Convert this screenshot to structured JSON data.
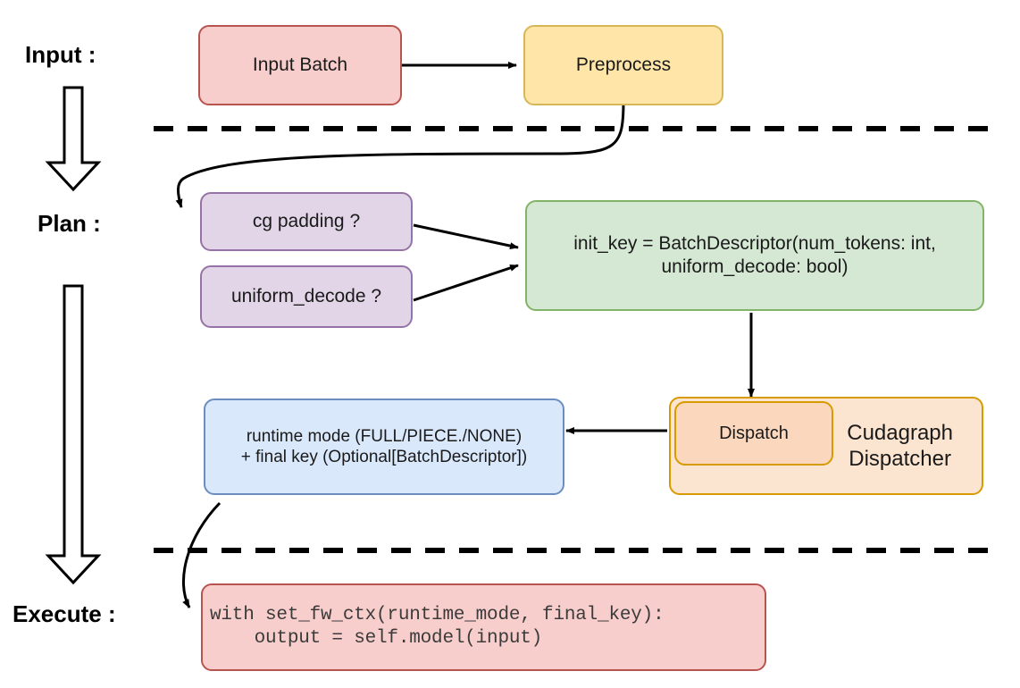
{
  "diagram": {
    "title_stages": [
      {
        "id": "input",
        "label": "Input :"
      },
      {
        "id": "plan",
        "label": "Plan :"
      },
      {
        "id": "execute",
        "label": "Execute :"
      }
    ],
    "nodes": {
      "input_batch": {
        "label": "Input Batch",
        "color": "#f8cecc",
        "border": "#b85450"
      },
      "preprocess": {
        "label": "Preprocess",
        "color": "#ffe6a8",
        "border": "#d6b656"
      },
      "cg_padding": {
        "label": "cg padding ?",
        "color": "#e1d5e7",
        "border": "#9673a6"
      },
      "uniform_decode": {
        "label": "uniform_decode ?",
        "color": "#e1d5e7",
        "border": "#9673a6"
      },
      "init_key": {
        "line1": "init_key = BatchDescriptor(num_tokens: int,",
        "line2": "uniform_decode: bool)",
        "color": "#d5e8d4",
        "border": "#82b366"
      },
      "dispatch": {
        "label": "Dispatch",
        "color": "#fad7bd",
        "border": "#d79b00"
      },
      "cudagraph_dispatcher": {
        "line1": "Cudagraph",
        "line2": "Dispatcher",
        "color": "#fce5d0",
        "border": "#d79b00"
      },
      "runtime_mode": {
        "line1": "runtime mode (FULL/PIECE./NONE)",
        "line2": "+ final key (Optional[BatchDescriptor])",
        "color": "#dae8fc",
        "border": "#6c8ebf"
      },
      "execute_code": {
        "line1": "with set_fw_ctx(runtime_mode, final_key):",
        "line2": "    output = self.model(input)",
        "color": "#f8cecc",
        "border": "#b85450"
      }
    },
    "separators": {
      "divider_color": "#000000",
      "divider_style": "dashed"
    },
    "flow_arrows": [
      {
        "from": "input_batch",
        "to": "preprocess"
      },
      {
        "from": "preprocess",
        "to": "cg_padding"
      },
      {
        "from": "cg_padding",
        "to": "init_key"
      },
      {
        "from": "uniform_decode",
        "to": "init_key"
      },
      {
        "from": "init_key",
        "to": "dispatch"
      },
      {
        "from": "cudagraph_dispatcher",
        "to": "runtime_mode"
      },
      {
        "from": "runtime_mode",
        "to": "execute_code"
      }
    ],
    "stage_arrows": [
      {
        "id": "input-to-plan"
      },
      {
        "id": "plan-to-execute"
      }
    ]
  }
}
